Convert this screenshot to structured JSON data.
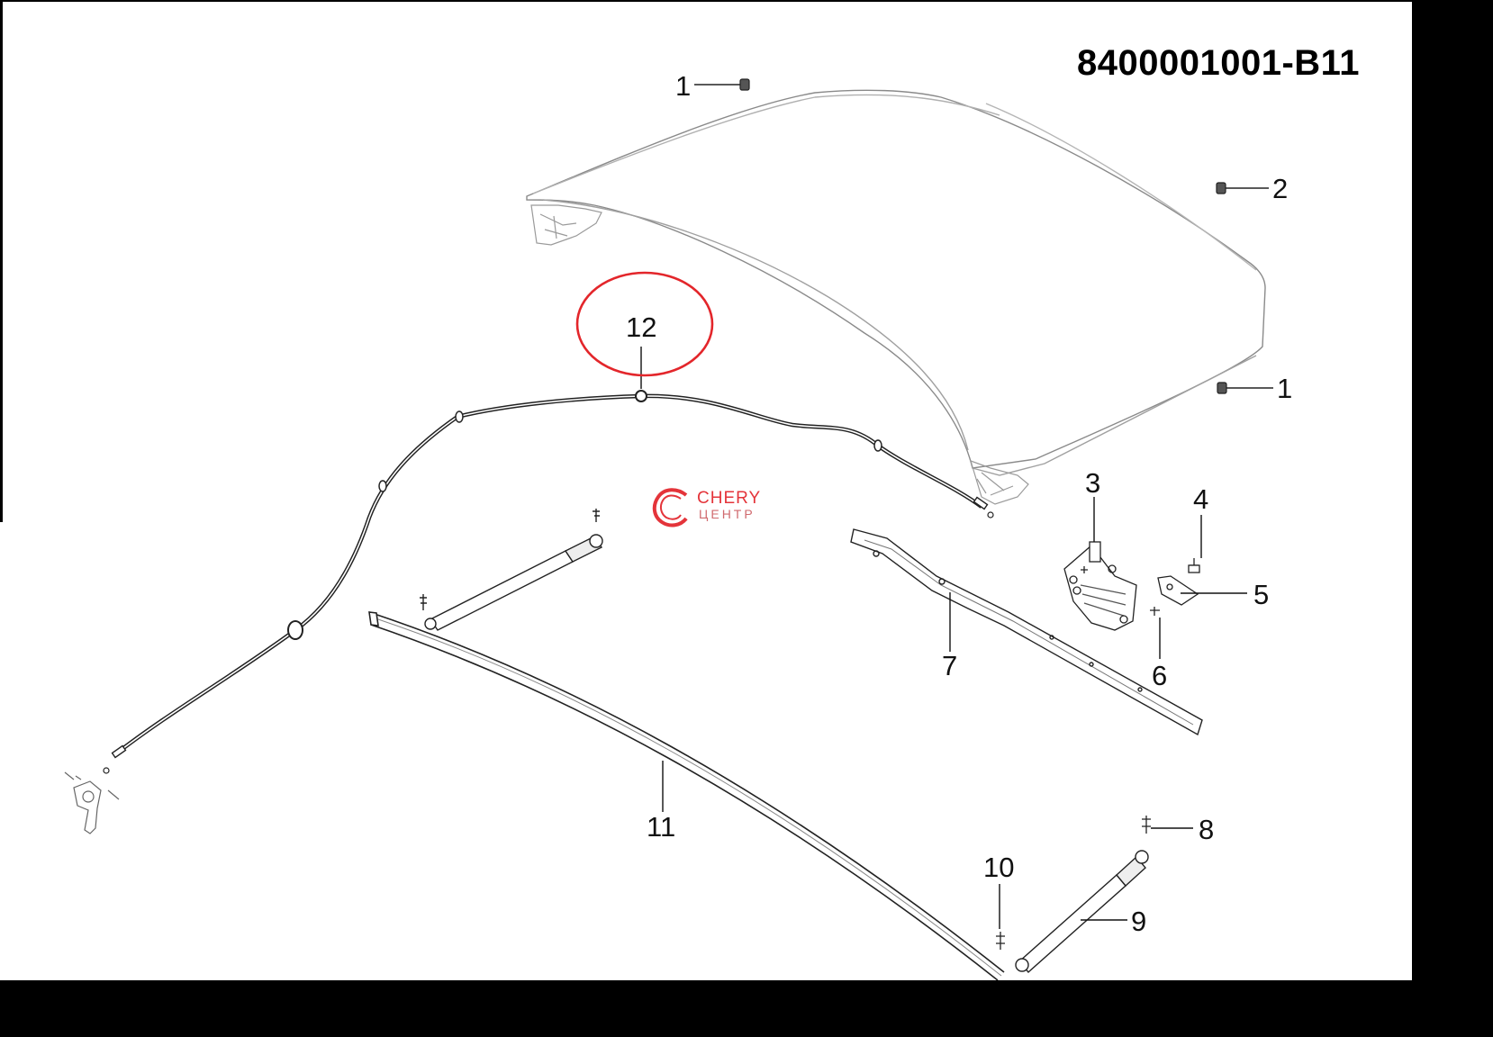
{
  "diagram": {
    "part_number": "8400001001-B11",
    "callouts": {
      "c1_top": "1",
      "c2": "2",
      "c1_right": "1",
      "c3": "3",
      "c4": "4",
      "c5": "5",
      "c6": "6",
      "c7": "7",
      "c8": "8",
      "c9": "9",
      "c10": "10",
      "c11": "11",
      "c12": "12"
    },
    "highlight": {
      "callout": "12",
      "color": "#e3262b"
    }
  },
  "watermark": {
    "brand": "CHERY",
    "subtitle": "ЦЕНТР",
    "color": "#e4343a"
  }
}
